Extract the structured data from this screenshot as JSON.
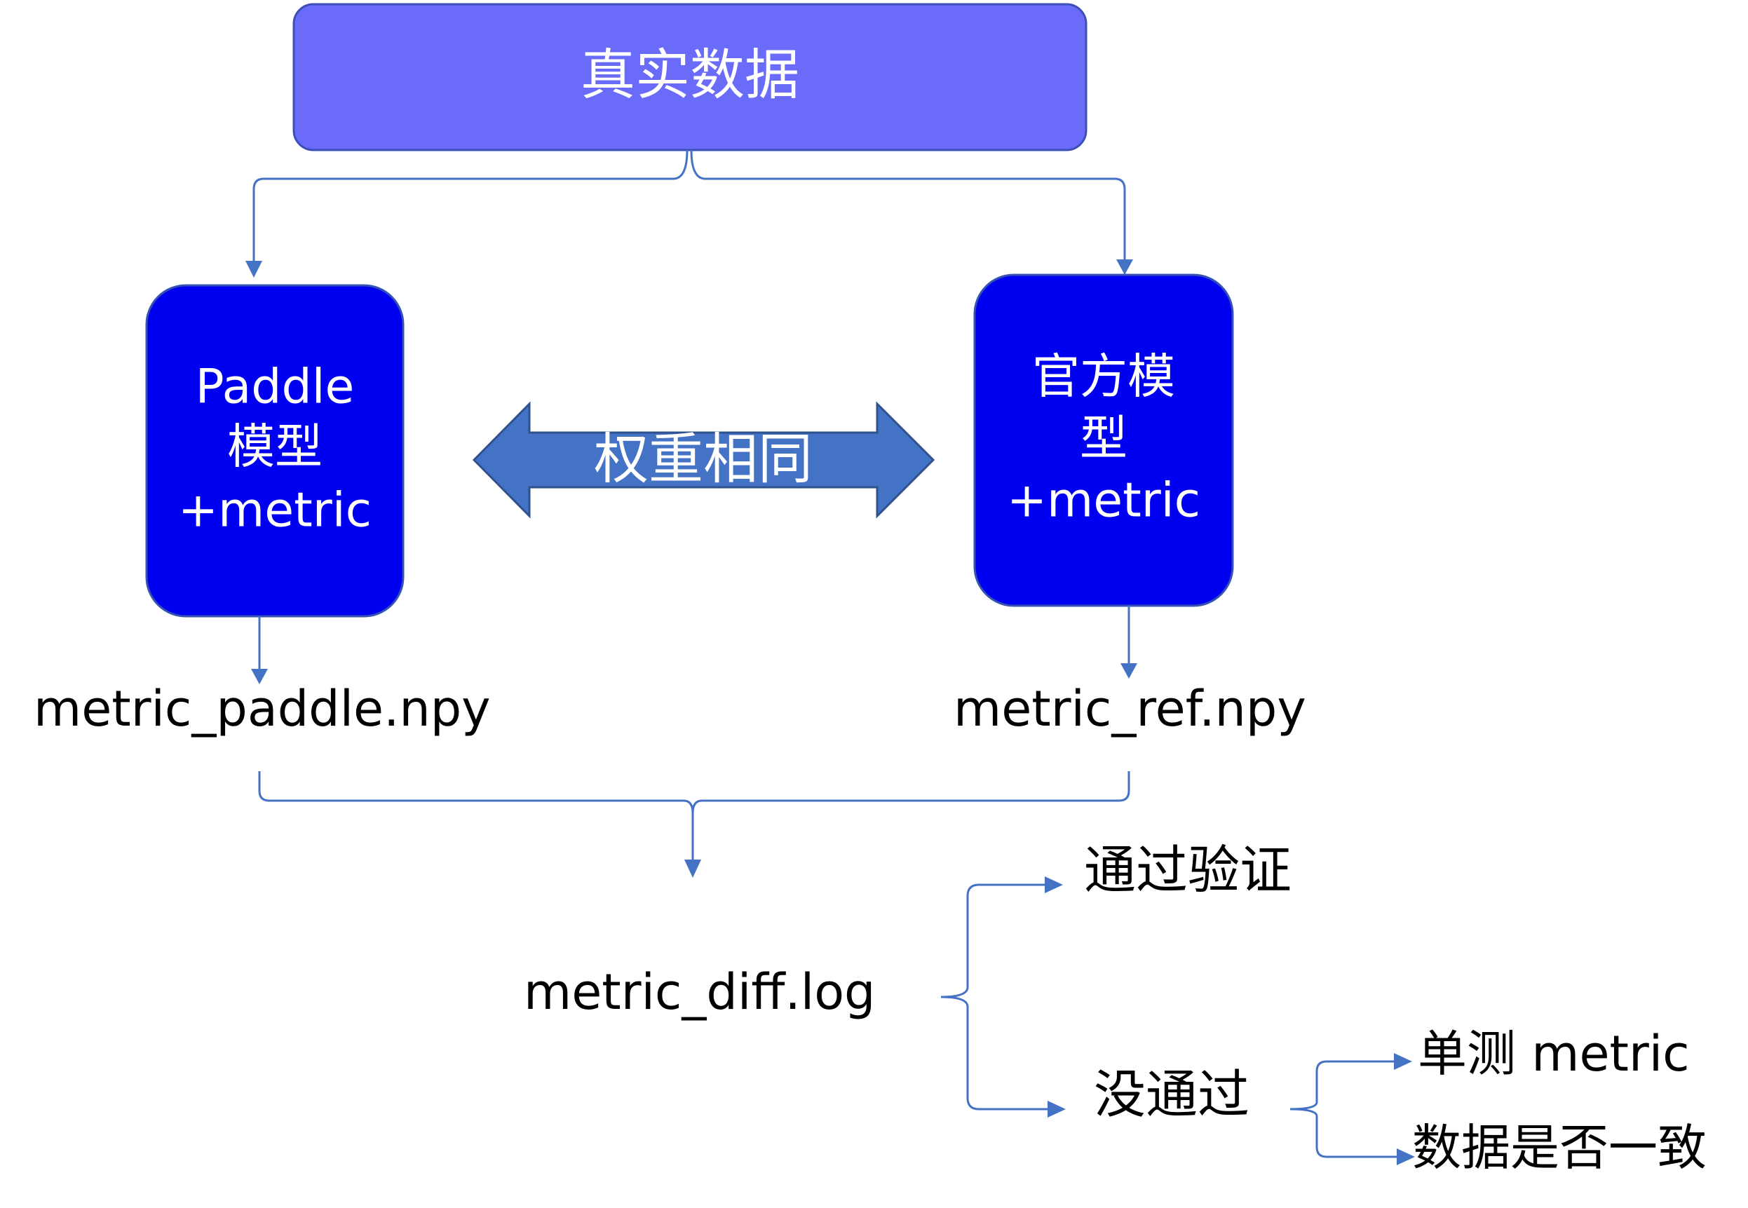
{
  "colors": {
    "top_box_fill": "#6B6BFA",
    "top_box_stroke": "#3B4FB8",
    "model_box_fill": "#0000F0",
    "model_box_stroke": "#3452B4",
    "double_arrow_fill": "#4472C4",
    "double_arrow_stroke": "#2F528F",
    "connector": "#4472C4",
    "text_dark": "#000000",
    "text_light": "#FFFFFF"
  },
  "top_box": {
    "label": "真实数据"
  },
  "paddle_box": {
    "lines": [
      "Paddle",
      "模型",
      "+metric"
    ]
  },
  "official_box": {
    "lines": [
      "官方模",
      "型",
      "+metric"
    ]
  },
  "weights_arrow": {
    "label": "权重相同"
  },
  "outputs": {
    "paddle_file": "metric_paddle.npy",
    "ref_file": "metric_ref.npy",
    "diff_file": "metric_diff.log"
  },
  "results": {
    "pass": "通过验证",
    "fail": "没通过"
  },
  "checks": {
    "unit_test": "单测 metric",
    "data_consistency": "数据是否一致"
  }
}
